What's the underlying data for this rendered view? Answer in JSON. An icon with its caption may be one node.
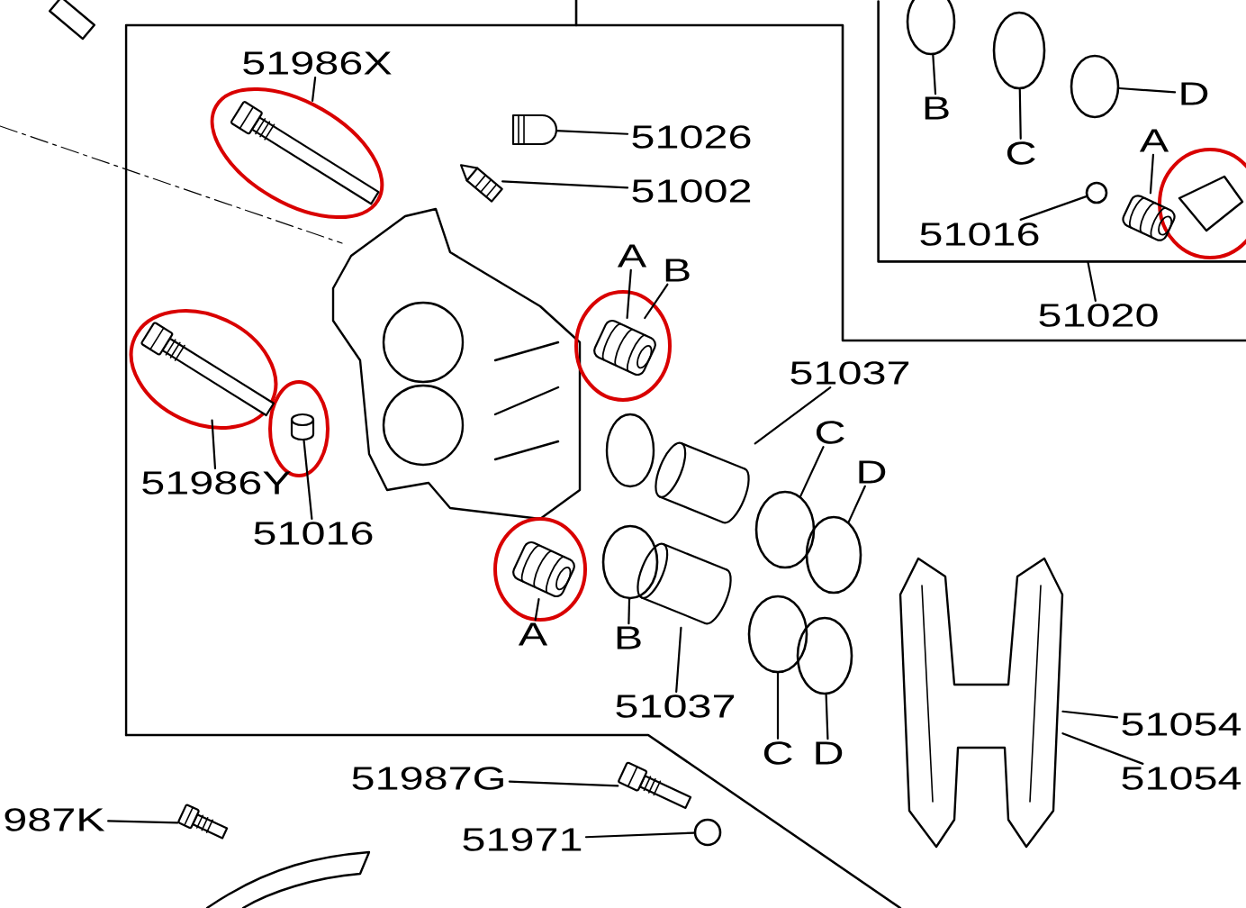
{
  "diagram": {
    "nodes": [
      {
        "text": [
          "51986X"
        ]
      },
      {
        "text": [],
        "shape": "picture"
      },
      {
        "text": [
          "51026"
        ]
      },
      {
        "text": [],
        "shape": "picture"
      },
      {
        "text": [
          "51002"
        ]
      },
      {
        "text": [],
        "shape": "picture"
      },
      {
        "text": [
          "A"
        ]
      },
      {
        "text": [
          "B"
        ]
      },
      {
        "text": [],
        "shape": "picture"
      },
      {
        "text": [
          "51037"
        ]
      },
      {
        "text": [],
        "shape": "picture"
      },
      {
        "text": [
          "C"
        ]
      },
      {
        "text": [],
        "shape": "circle"
      },
      {
        "text": [
          "D"
        ]
      },
      {
        "text": [],
        "shape": "circle"
      },
      {
        "text": [
          "51986Y"
        ]
      },
      {
        "text": [],
        "shape": "picture"
      },
      {
        "text": [
          "51016"
        ]
      },
      {
        "text": [],
        "shape": "picture"
      },
      {
        "text": [
          "A"
        ]
      },
      {
        "text": [],
        "shape": "picture"
      },
      {
        "text": [
          "B"
        ]
      },
      {
        "text": [],
        "shape": "circle"
      },
      {
        "text": [
          "51037"
        ]
      },
      {
        "text": [],
        "shape": "picture"
      },
      {
        "text": [
          "C"
        ]
      },
      {
        "text": [],
        "shape": "circle"
      },
      {
        "text": [
          "D"
        ]
      },
      {
        "text": [],
        "shape": "circle"
      },
      {
        "text": [
          "51054"
        ]
      },
      {
        "text": [
          "51054"
        ]
      },
      {
        "text": [],
        "shape": "picture"
      },
      {
        "text": [
          "51987G"
        ]
      },
      {
        "text": [],
        "shape": "picture"
      },
      {
        "text": [
          "51971"
        ]
      },
      {
        "text": [],
        "shape": "circle"
      },
      {
        "text": [
          "987K"
        ]
      },
      {
        "text": [],
        "shape": "picture"
      },
      {
        "text": [],
        "shape": "box"
      },
      {
        "text": [
          "B"
        ],
        "in": 38
      },
      {
        "text": [],
        "shape": "circle",
        "in": 38
      },
      {
        "text": [
          "C"
        ],
        "in": 38
      },
      {
        "text": [],
        "shape": "circle",
        "in": 38
      },
      {
        "text": [
          "D"
        ],
        "in": 38
      },
      {
        "text": [],
        "shape": "circle",
        "in": 38
      },
      {
        "text": [
          "A"
        ],
        "in": 38
      },
      {
        "text": [],
        "shape": "picture",
        "in": 38
      },
      {
        "text": [
          "51016"
        ],
        "in": 38
      },
      {
        "text": [],
        "shape": "circle",
        "in": 38
      },
      {
        "text": [
          "51020"
        ]
      }
    ],
    "edges": [
      {
        "from": 0,
        "to": 1,
        "arrow": "none"
      },
      {
        "from": 2,
        "to": 3,
        "arrow": "none"
      },
      {
        "from": 4,
        "to": 5,
        "arrow": "none"
      },
      {
        "from": 6,
        "to": 8,
        "arrow": "none"
      },
      {
        "from": 7,
        "to": 8,
        "arrow": "none"
      },
      {
        "from": 9,
        "to": 10,
        "arrow": "none"
      },
      {
        "from": 11,
        "to": 12,
        "arrow": "none"
      },
      {
        "from": 13,
        "to": 14,
        "arrow": "none"
      },
      {
        "from": 15,
        "to": 16,
        "arrow": "none"
      },
      {
        "from": 17,
        "to": 18,
        "arrow": "none"
      },
      {
        "from": 19,
        "to": 20,
        "arrow": "none"
      },
      {
        "from": 21,
        "to": 22,
        "arrow": "none"
      },
      {
        "from": 23,
        "to": 24,
        "arrow": "none"
      },
      {
        "from": 25,
        "to": 26,
        "arrow": "none"
      },
      {
        "from": 27,
        "to": 28,
        "arrow": "none"
      },
      {
        "from": 29,
        "to": 31,
        "arrow": "none"
      },
      {
        "from": 30,
        "to": 31,
        "arrow": "none"
      },
      {
        "from": 32,
        "to": 33,
        "arrow": "none"
      },
      {
        "from": 34,
        "to": 35,
        "arrow": "none"
      },
      {
        "from": 36,
        "to": 37,
        "arrow": "none"
      },
      {
        "from": 39,
        "to": 40,
        "arrow": "none"
      },
      {
        "from": 41,
        "to": 42,
        "arrow": "none"
      },
      {
        "from": 43,
        "to": 44,
        "arrow": "none"
      },
      {
        "from": 45,
        "to": 46,
        "arrow": "none"
      },
      {
        "from": 47,
        "to": 48,
        "arrow": "none"
      },
      {
        "from": 49,
        "to": 38,
        "arrow": "none"
      }
    ]
  }
}
